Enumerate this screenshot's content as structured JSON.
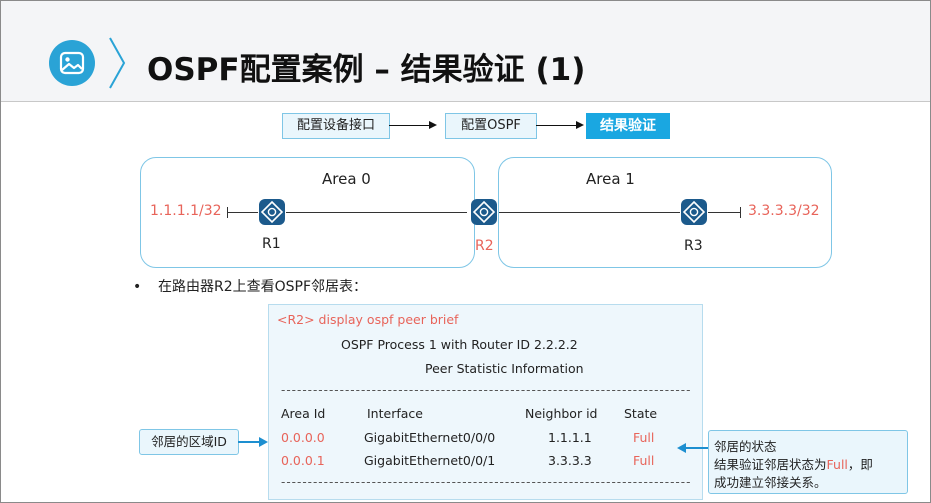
{
  "header": {
    "title": "OSPF配置案例 – 结果验证 (1)"
  },
  "steps": [
    {
      "label": "配置设备接口"
    },
    {
      "label": "配置OSPF"
    },
    {
      "label": "结果验证"
    }
  ],
  "topology": {
    "area0": "Area 0",
    "area1": "Area 1",
    "r1": {
      "label": "R1",
      "ip": "1.1.1.1/32"
    },
    "r2": {
      "label": "R2"
    },
    "r3": {
      "label": "R3",
      "ip": "3.3.3.3/32"
    }
  },
  "bullet": "在路由器R2上查看OSPF邻居表：",
  "cli": {
    "command": "<R2> display ospf peer brief",
    "process_line": "OSPF Process 1 with Router ID 2.2.2.2",
    "stat_line": "Peer Statistic Information",
    "dashes": "--------------------------------------------------------------------------------",
    "headers": [
      "Area Id",
      "Interface",
      "Neighbor id",
      "State"
    ],
    "rows": [
      {
        "area": "0.0.0.0",
        "interface": "GigabitEthernet0/0/0",
        "neighbor": "1.1.1.1",
        "state": "Full"
      },
      {
        "area": "0.0.0.1",
        "interface": "GigabitEthernet0/0/1",
        "neighbor": "3.3.3.3",
        "state": "Full"
      }
    ]
  },
  "callouts": {
    "left": "邻居的区域ID",
    "right_title": "邻居的状态",
    "right_line1_a": "结果验证邻居状态为",
    "right_line1_b": "Full",
    "right_line1_c": "，即",
    "right_line2": "成功建立邻接关系。"
  },
  "colors": {
    "accent": "#1aa7e1",
    "highlight": "#e8645a",
    "router": "#1c5a8c"
  }
}
